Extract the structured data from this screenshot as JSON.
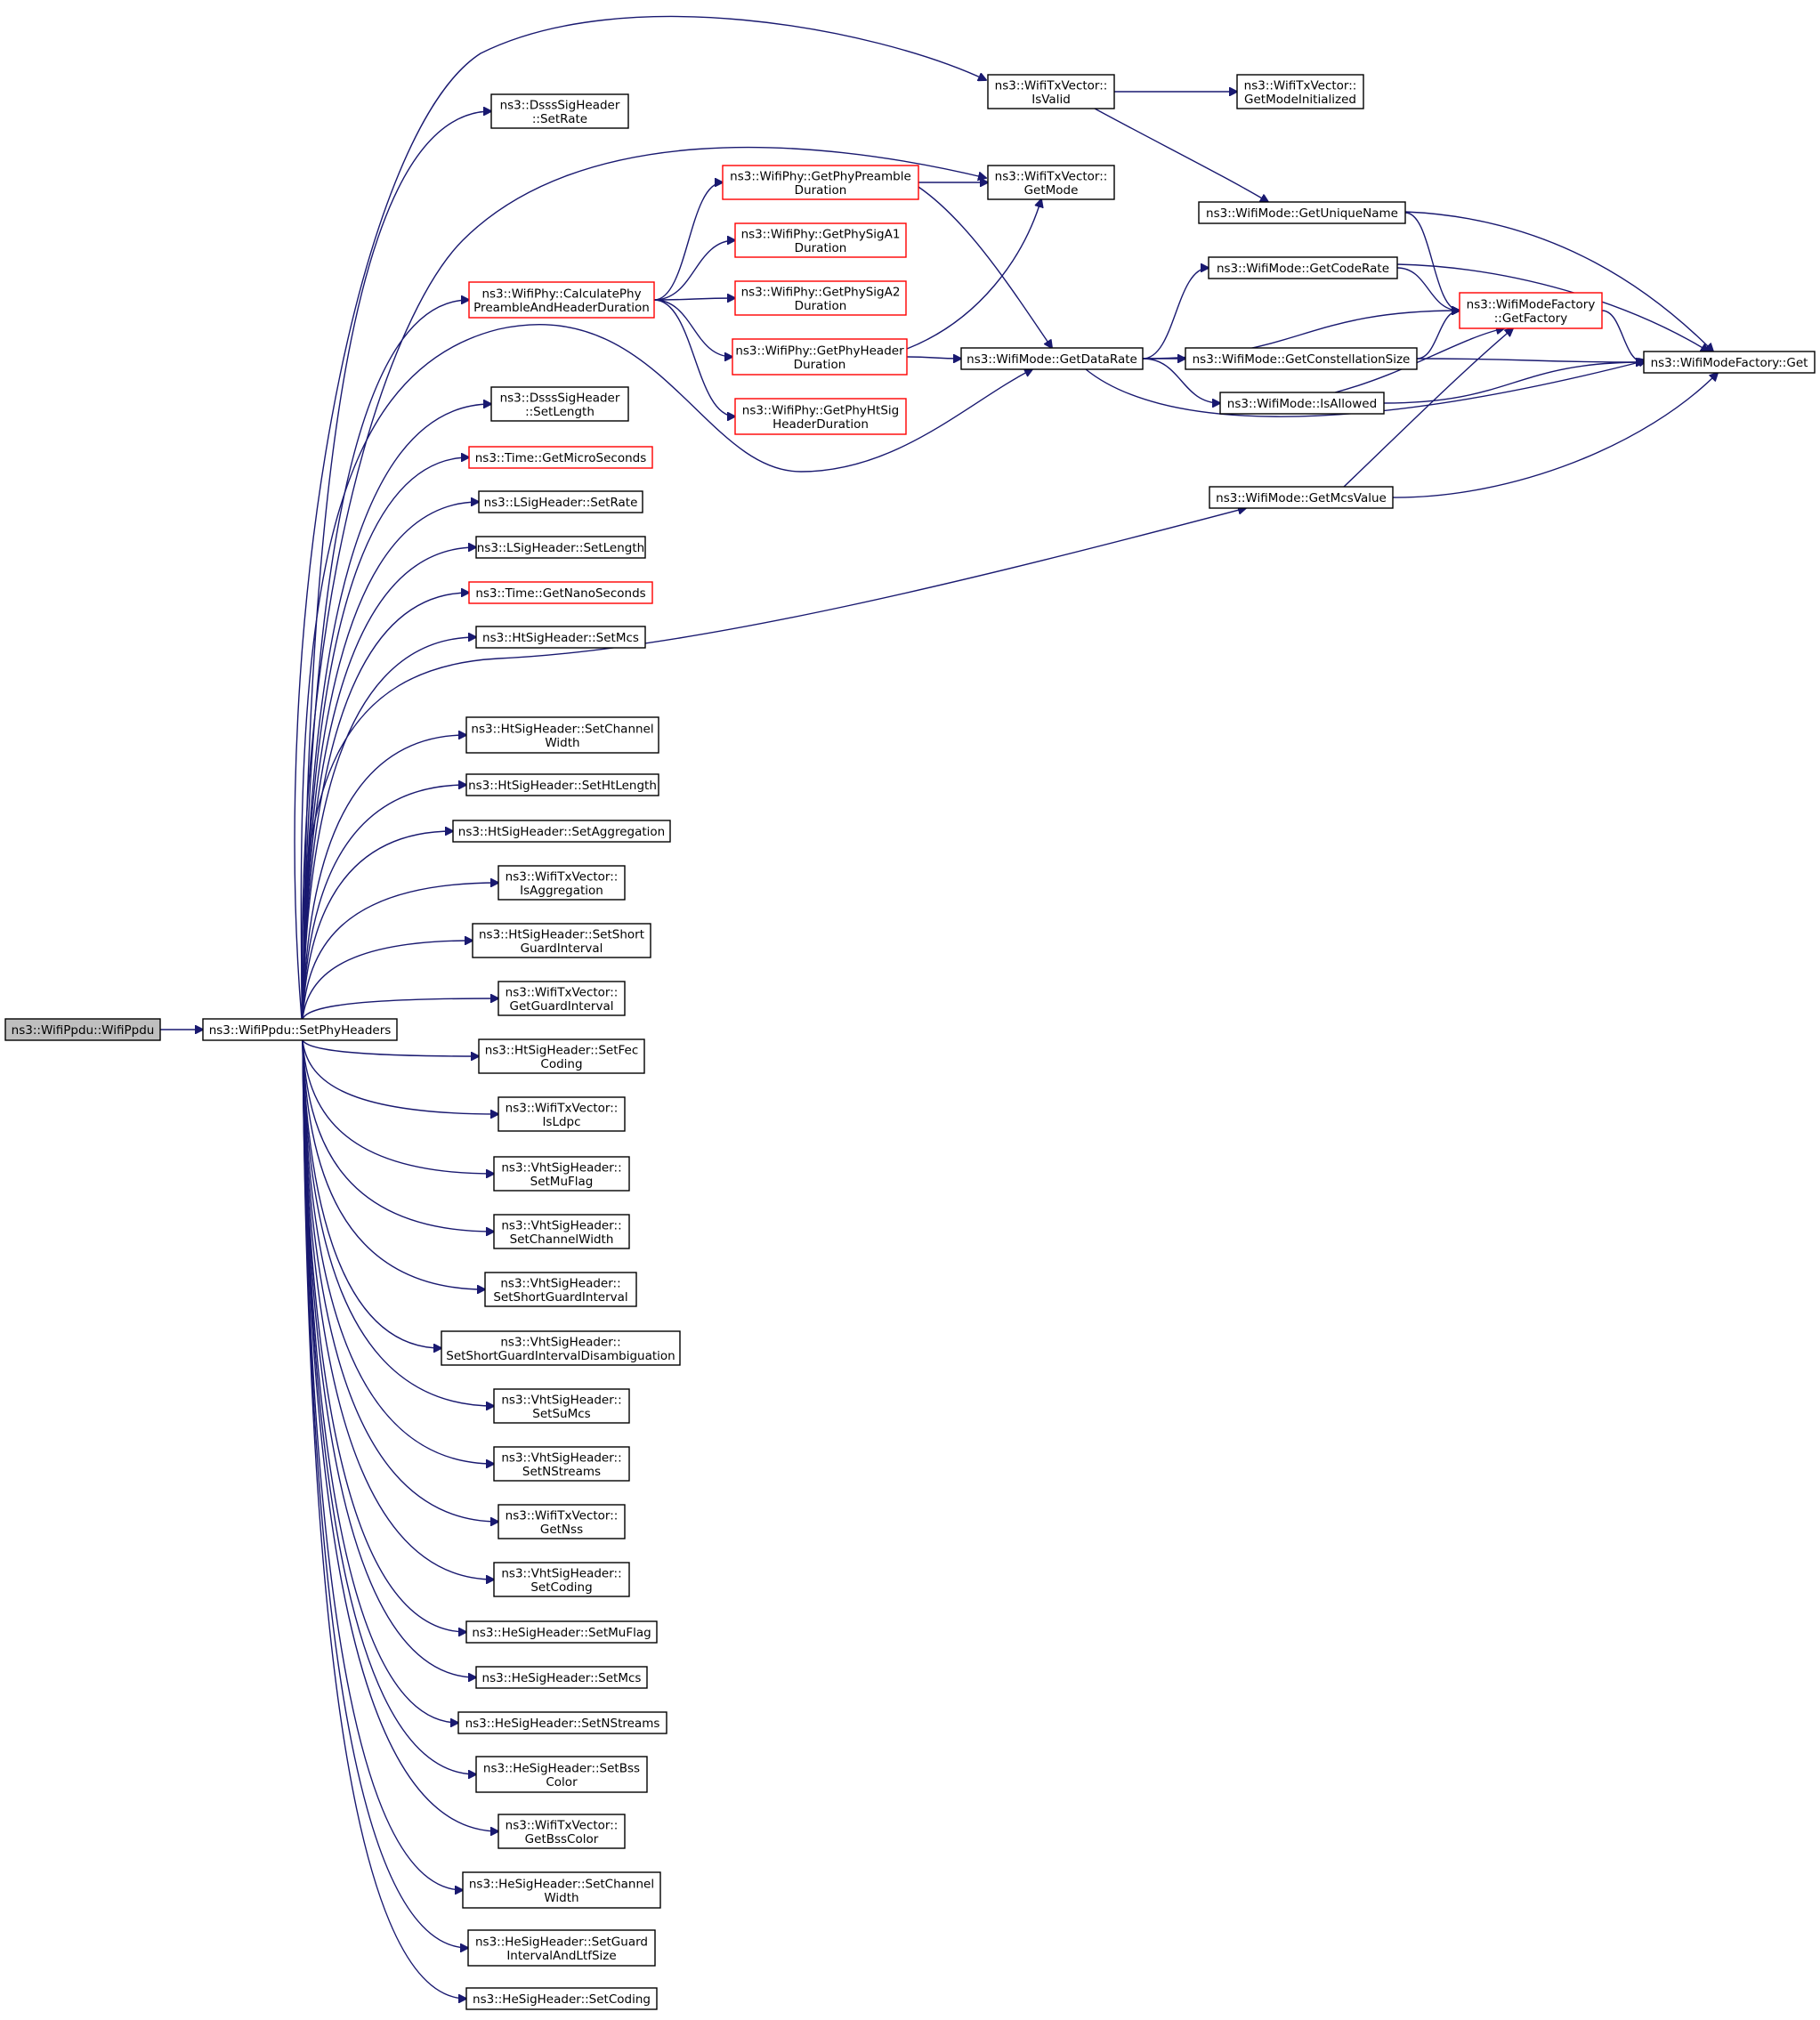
{
  "graph": {
    "edge_color": "#191970",
    "node_border": "#000000",
    "highlight_border": "#ff0000",
    "root_fill": "#bfbfbf",
    "nodes": [
      {
        "id": "root",
        "lines": [
          "ns3::WifiPpdu::WifiPpdu"
        ],
        "style": "root"
      },
      {
        "id": "sph",
        "lines": [
          "ns3::WifiPpdu::SetPhyHeaders"
        ],
        "style": "normal"
      },
      {
        "id": "isvalid",
        "lines": [
          "ns3::WifiTxVector::",
          "IsValid"
        ],
        "style": "normal"
      },
      {
        "id": "gmi",
        "lines": [
          "ns3::WifiTxVector::",
          "GetModeInitialized"
        ],
        "style": "normal"
      },
      {
        "id": "dssr",
        "lines": [
          "ns3::DsssSigHeader",
          "::SetRate"
        ],
        "style": "normal"
      },
      {
        "id": "getmode",
        "lines": [
          "ns3::WifiTxVector::",
          "GetMode"
        ],
        "style": "normal"
      },
      {
        "id": "gpd",
        "lines": [
          "ns3::WifiPhy::GetPhyPreamble",
          "Duration"
        ],
        "style": "red"
      },
      {
        "id": "gsa1",
        "lines": [
          "ns3::WifiPhy::GetPhySigA1",
          "Duration"
        ],
        "style": "red"
      },
      {
        "id": "gsa2",
        "lines": [
          "ns3::WifiPhy::GetPhySigA2",
          "Duration"
        ],
        "style": "red"
      },
      {
        "id": "cph",
        "lines": [
          "ns3::WifiPhy::CalculatePhy",
          "PreambleAndHeaderDuration"
        ],
        "style": "red"
      },
      {
        "id": "gph",
        "lines": [
          "ns3::WifiPhy::GetPhyHeader",
          "Duration"
        ],
        "style": "red"
      },
      {
        "id": "ghts",
        "lines": [
          "ns3::WifiPhy::GetPhyHtSig",
          "HeaderDuration"
        ],
        "style": "red"
      },
      {
        "id": "un",
        "lines": [
          "ns3::WifiMode::GetUniqueName"
        ],
        "style": "normal"
      },
      {
        "id": "cr",
        "lines": [
          "ns3::WifiMode::GetCodeRate"
        ],
        "style": "normal"
      },
      {
        "id": "gf",
        "lines": [
          "ns3::WifiModeFactory",
          "::GetFactory"
        ],
        "style": "red"
      },
      {
        "id": "get",
        "lines": [
          "ns3::WifiModeFactory::Get"
        ],
        "style": "normal"
      },
      {
        "id": "dr",
        "lines": [
          "ns3::WifiMode::GetDataRate"
        ],
        "style": "normal"
      },
      {
        "id": "cs",
        "lines": [
          "ns3::WifiMode::GetConstellationSize"
        ],
        "style": "normal"
      },
      {
        "id": "ia",
        "lines": [
          "ns3::WifiMode::IsAllowed"
        ],
        "style": "normal"
      },
      {
        "id": "mcs",
        "lines": [
          "ns3::WifiMode::GetMcsValue"
        ],
        "style": "normal"
      },
      {
        "id": "dssl",
        "lines": [
          "ns3::DsssSigHeader",
          "::SetLength"
        ],
        "style": "normal"
      },
      {
        "id": "tmic",
        "lines": [
          "ns3::Time::GetMicroSeconds"
        ],
        "style": "red"
      },
      {
        "id": "lsr",
        "lines": [
          "ns3::LSigHeader::SetRate"
        ],
        "style": "normal"
      },
      {
        "id": "lsl",
        "lines": [
          "ns3::LSigHeader::SetLength"
        ],
        "style": "normal"
      },
      {
        "id": "tnano",
        "lines": [
          "ns3::Time::GetNanoSeconds"
        ],
        "style": "red"
      },
      {
        "id": "htmcs",
        "lines": [
          "ns3::HtSigHeader::SetMcs"
        ],
        "style": "normal"
      },
      {
        "id": "htcw",
        "lines": [
          "ns3::HtSigHeader::SetChannel",
          "Width"
        ],
        "style": "normal"
      },
      {
        "id": "htlen",
        "lines": [
          "ns3::HtSigHeader::SetHtLength"
        ],
        "style": "normal"
      },
      {
        "id": "htagg",
        "lines": [
          "ns3::HtSigHeader::SetAggregation"
        ],
        "style": "normal"
      },
      {
        "id": "isagg",
        "lines": [
          "ns3::WifiTxVector::",
          "IsAggregation"
        ],
        "style": "normal"
      },
      {
        "id": "htsgi",
        "lines": [
          "ns3::HtSigHeader::SetShort",
          "GuardInterval"
        ],
        "style": "normal"
      },
      {
        "id": "ggi",
        "lines": [
          "ns3::WifiTxVector::",
          "GetGuardInterval"
        ],
        "style": "normal"
      },
      {
        "id": "htfec",
        "lines": [
          "ns3::HtSigHeader::SetFec",
          "Coding"
        ],
        "style": "normal"
      },
      {
        "id": "isldpc",
        "lines": [
          "ns3::WifiTxVector::",
          "IsLdpc"
        ],
        "style": "normal"
      },
      {
        "id": "vhtmu",
        "lines": [
          "ns3::VhtSigHeader::",
          "SetMuFlag"
        ],
        "style": "normal"
      },
      {
        "id": "vhtcw",
        "lines": [
          "ns3::VhtSigHeader::",
          "SetChannelWidth"
        ],
        "style": "normal"
      },
      {
        "id": "vhtsgi",
        "lines": [
          "ns3::VhtSigHeader::",
          "SetShortGuardInterval"
        ],
        "style": "normal"
      },
      {
        "id": "vhtsgid",
        "lines": [
          "ns3::VhtSigHeader::",
          "SetShortGuardIntervalDisambiguation"
        ],
        "style": "normal"
      },
      {
        "id": "vhtsumcs",
        "lines": [
          "ns3::VhtSigHeader::",
          "SetSuMcs"
        ],
        "style": "normal"
      },
      {
        "id": "vhtns",
        "lines": [
          "ns3::VhtSigHeader::",
          "SetNStreams"
        ],
        "style": "normal"
      },
      {
        "id": "gnss",
        "lines": [
          "ns3::WifiTxVector::",
          "GetNss"
        ],
        "style": "normal"
      },
      {
        "id": "vhtcod",
        "lines": [
          "ns3::VhtSigHeader::",
          "SetCoding"
        ],
        "style": "normal"
      },
      {
        "id": "hemu",
        "lines": [
          "ns3::HeSigHeader::SetMuFlag"
        ],
        "style": "normal"
      },
      {
        "id": "hemcs",
        "lines": [
          "ns3::HeSigHeader::SetMcs"
        ],
        "style": "normal"
      },
      {
        "id": "hens",
        "lines": [
          "ns3::HeSigHeader::SetNStreams"
        ],
        "style": "normal"
      },
      {
        "id": "hebss",
        "lines": [
          "ns3::HeSigHeader::SetBss",
          "Color"
        ],
        "style": "normal"
      },
      {
        "id": "gbss",
        "lines": [
          "ns3::WifiTxVector::",
          "GetBssColor"
        ],
        "style": "normal"
      },
      {
        "id": "hecw",
        "lines": [
          "ns3::HeSigHeader::SetChannel",
          "Width"
        ],
        "style": "normal"
      },
      {
        "id": "hegi",
        "lines": [
          "ns3::HeSigHeader::SetGuard",
          "IntervalAndLtfSize"
        ],
        "style": "normal"
      },
      {
        "id": "hecod",
        "lines": [
          "ns3::HeSigHeader::SetCoding"
        ],
        "style": "normal"
      }
    ],
    "edges": [
      [
        "root",
        "sph"
      ],
      [
        "sph",
        "isvalid"
      ],
      [
        "sph",
        "dssr"
      ],
      [
        "sph",
        "getmode"
      ],
      [
        "sph",
        "cph"
      ],
      [
        "sph",
        "dr"
      ],
      [
        "sph",
        "dssl"
      ],
      [
        "sph",
        "tmic"
      ],
      [
        "sph",
        "lsr"
      ],
      [
        "sph",
        "lsl"
      ],
      [
        "sph",
        "tnano"
      ],
      [
        "sph",
        "htmcs"
      ],
      [
        "sph",
        "mcs"
      ],
      [
        "sph",
        "htcw"
      ],
      [
        "sph",
        "htlen"
      ],
      [
        "sph",
        "htagg"
      ],
      [
        "sph",
        "isagg"
      ],
      [
        "sph",
        "htsgi"
      ],
      [
        "sph",
        "ggi"
      ],
      [
        "sph",
        "htfec"
      ],
      [
        "sph",
        "isldpc"
      ],
      [
        "sph",
        "vhtmu"
      ],
      [
        "sph",
        "vhtcw"
      ],
      [
        "sph",
        "vhtsgi"
      ],
      [
        "sph",
        "vhtsgid"
      ],
      [
        "sph",
        "vhtsumcs"
      ],
      [
        "sph",
        "vhtns"
      ],
      [
        "sph",
        "gnss"
      ],
      [
        "sph",
        "vhtcod"
      ],
      [
        "sph",
        "hemu"
      ],
      [
        "sph",
        "hemcs"
      ],
      [
        "sph",
        "hens"
      ],
      [
        "sph",
        "hebss"
      ],
      [
        "sph",
        "gbss"
      ],
      [
        "sph",
        "hecw"
      ],
      [
        "sph",
        "hegi"
      ],
      [
        "sph",
        "hecod"
      ],
      [
        "isvalid",
        "gmi"
      ],
      [
        "isvalid",
        "un"
      ],
      [
        "cph",
        "gpd"
      ],
      [
        "cph",
        "gsa1"
      ],
      [
        "cph",
        "gsa2"
      ],
      [
        "cph",
        "gph"
      ],
      [
        "cph",
        "ghts"
      ],
      [
        "gpd",
        "getmode"
      ],
      [
        "gpd",
        "dr"
      ],
      [
        "gph",
        "getmode"
      ],
      [
        "gph",
        "dr"
      ],
      [
        "dr",
        "cr"
      ],
      [
        "dr",
        "gf"
      ],
      [
        "dr",
        "cs"
      ],
      [
        "dr",
        "ia"
      ],
      [
        "dr",
        "get"
      ],
      [
        "un",
        "gf"
      ],
      [
        "un",
        "get"
      ],
      [
        "cr",
        "gf"
      ],
      [
        "cr",
        "get"
      ],
      [
        "cs",
        "gf"
      ],
      [
        "cs",
        "get"
      ],
      [
        "ia",
        "gf"
      ],
      [
        "ia",
        "get"
      ],
      [
        "gf",
        "get"
      ],
      [
        "mcs",
        "gf"
      ],
      [
        "mcs",
        "get"
      ]
    ]
  }
}
